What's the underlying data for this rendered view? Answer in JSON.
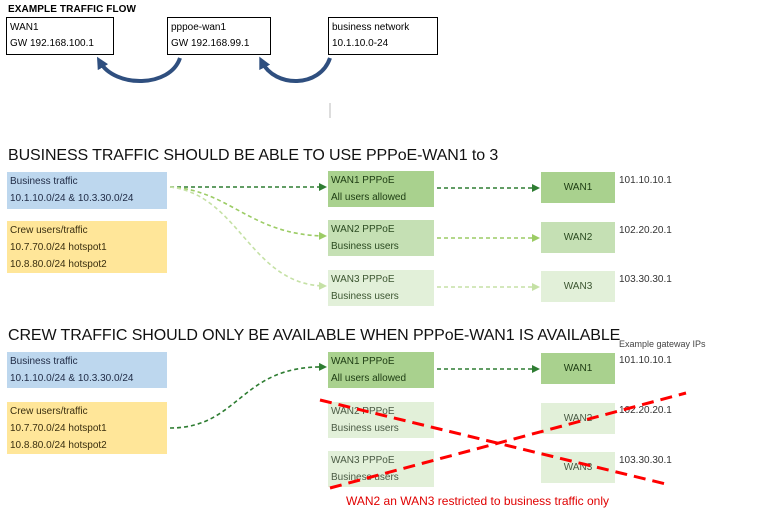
{
  "example": {
    "title": "EXAMPLE TRAFFIC FLOW",
    "boxes": [
      {
        "line1": "WAN1",
        "line2": "GW 192.168.100.1"
      },
      {
        "line1": "pppoe-wan1",
        "line2": "GW 192.168.99.1"
      },
      {
        "line1": "business network",
        "line2": "10.1.10.0-24"
      }
    ]
  },
  "section1": {
    "heading": "BUSINESS TRAFFIC SHOULD BE ABLE TO USE PPPoE-WAN1 to 3",
    "business": {
      "line1": "Business traffic",
      "line2": "10.1.10.0/24 & 10.3.30.0/24"
    },
    "crew": {
      "line1": "Crew users/traffic",
      "line2": "10.7.70.0/24 hotspot1",
      "line3": "10.8.80.0/24 hotspot2"
    },
    "pppoe": [
      {
        "line1": "WAN1 PPPoE",
        "line2": "All users allowed"
      },
      {
        "line1": "WAN2 PPPoE",
        "line2": "Business users"
      },
      {
        "line1": "WAN3 PPPoE",
        "line2": "Business users"
      }
    ],
    "wans": [
      "WAN1",
      "WAN2",
      "WAN3"
    ],
    "ips": [
      "101.10.10.1",
      "102.20.20.1",
      "103.30.30.1"
    ]
  },
  "section2": {
    "heading": "CREW TRAFFIC SHOULD ONLY BE AVAILABLE WHEN PPPoE-WAN1 IS AVAILABLE",
    "note": "Example gateway IPs",
    "business": {
      "line1": "Business traffic",
      "line2": "10.1.10.0/24 & 10.3.30.0/24"
    },
    "crew": {
      "line1": "Crew users/traffic",
      "line2": "10.7.70.0/24 hotspot1",
      "line3": "10.8.80.0/24 hotspot2"
    },
    "pppoe": [
      {
        "line1": "WAN1 PPPoE",
        "line2": "All users allowed"
      },
      {
        "line1": "WAN2 PPPoE",
        "line2": "Business users"
      },
      {
        "line1": "WAN3 PPPoE",
        "line2": "Business users"
      }
    ],
    "wans": [
      "WAN1",
      "WAN2",
      "WAN3"
    ],
    "ips": [
      "101.10.10.1",
      "102.20.20.1",
      "103.30.30.1"
    ],
    "restriction": "WAN2 an WAN3 restricted to business traffic only"
  },
  "colors": {
    "arrow_dark": "#2e7d32",
    "arrow_mid": "#8bc34a",
    "arrow_light": "#c5e1a5",
    "cross": "#ff0000",
    "curve_arrow": "#2f4f7f"
  }
}
